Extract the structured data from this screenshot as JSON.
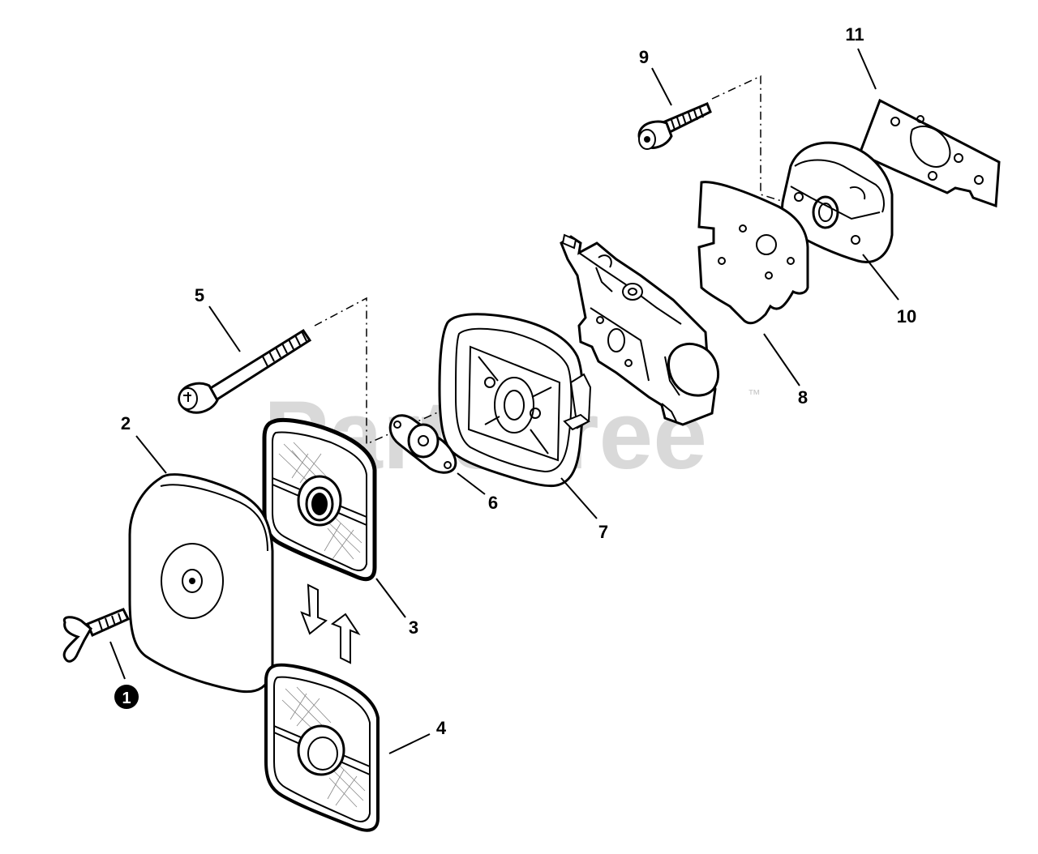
{
  "watermark": {
    "text": "PartsTree",
    "trademark": "™"
  },
  "callouts": [
    {
      "id": "1",
      "label": "1",
      "filled": true
    },
    {
      "id": "2",
      "label": "2"
    },
    {
      "id": "3",
      "label": "3"
    },
    {
      "id": "4",
      "label": "4"
    },
    {
      "id": "5",
      "label": "5"
    },
    {
      "id": "6",
      "label": "6"
    },
    {
      "id": "7",
      "label": "7"
    },
    {
      "id": "8",
      "label": "8"
    },
    {
      "id": "9",
      "label": "9"
    },
    {
      "id": "10",
      "label": "10"
    },
    {
      "id": "11",
      "label": "11"
    }
  ],
  "icons": [
    "wing-bolt-icon",
    "filter-cover-icon",
    "air-filter-icon",
    "filter-element-icon",
    "long-bolt-icon",
    "spacer-icon",
    "filter-case-icon",
    "gasket-icon",
    "bolt-icon",
    "insulator-icon",
    "carburetor-icon",
    "arrow-down-icon",
    "arrow-up-icon"
  ]
}
